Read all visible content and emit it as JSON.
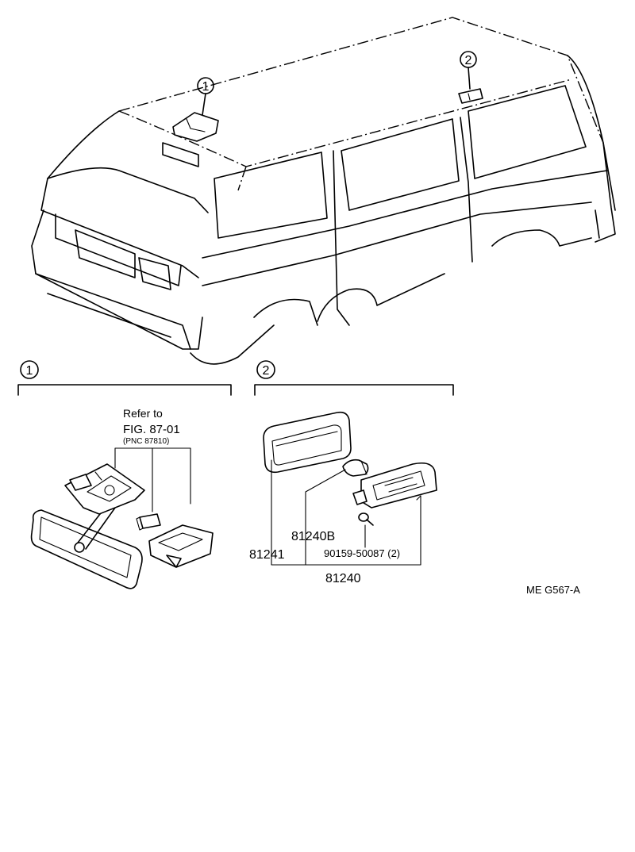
{
  "callouts": {
    "section1": "1",
    "section2": "2"
  },
  "section1": {
    "refer_line1": "Refer to",
    "refer_line2": "FIG. 87-01",
    "refer_line3": "(PNC 87810)"
  },
  "section2": {
    "part_bulb": "81240B",
    "part_lens": "81241",
    "part_screw": "90159-50087 (2)",
    "part_assembly": "81240"
  },
  "figure_code": "ME  G567-A"
}
